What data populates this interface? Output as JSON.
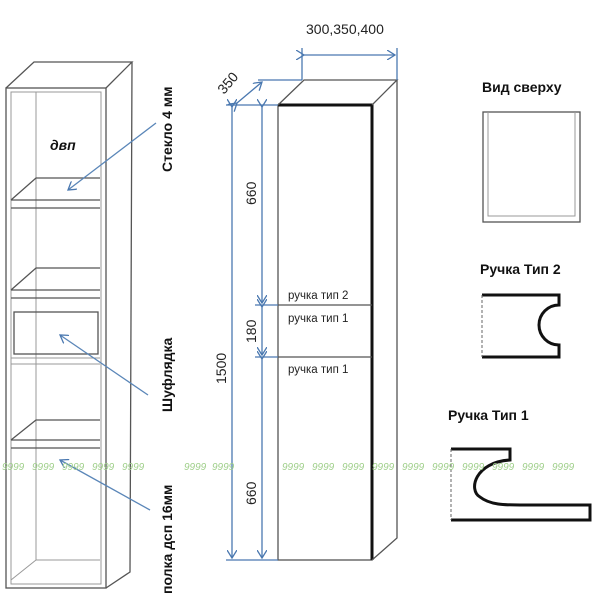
{
  "cabinet_left": {
    "back_label": "двп",
    "glass_label": "Стекло 4 мм",
    "drawer_label": "Шуфлядка",
    "shelf_label": "полка дсп 16мм"
  },
  "cabinet_front": {
    "width_dim": "300,350,400",
    "depth_dim": "350",
    "total_height_dim": "1500",
    "upper_door_dim": "660",
    "middle_dim": "180",
    "lower_door_dim": "660",
    "handle_labels": [
      "ручка тип 2",
      "ручка тип 1",
      "ручка тип 1"
    ]
  },
  "details": {
    "top_view_title": "Вид сверху",
    "handle_type2_title": "Ручка Тип 2",
    "handle_type1_title": "Ручка Тип 1"
  },
  "watermark": "9999",
  "colors": {
    "dimension": "#4a78b0",
    "arrow": "#5a86b8"
  }
}
